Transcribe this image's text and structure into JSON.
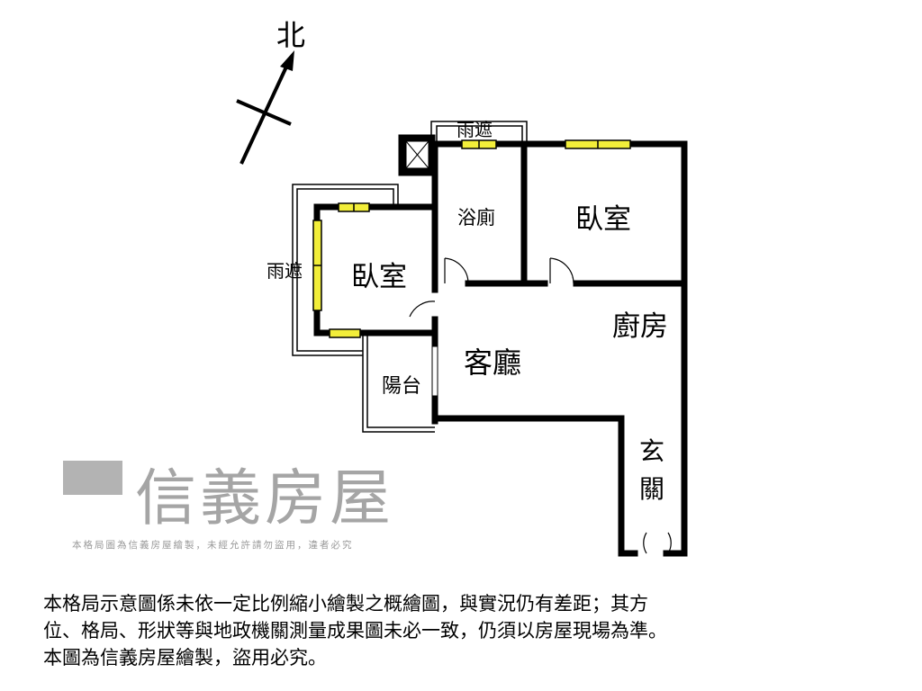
{
  "compass": {
    "north_label": "北"
  },
  "rooms": {
    "canopy_top": "雨遮",
    "canopy_left": "雨遮",
    "bathroom": "浴廁",
    "bedroom_right": "臥室",
    "bedroom_left": "臥室",
    "kitchen": "廚房",
    "living_room": "客廳",
    "balcony": "陽台",
    "entrance_line1": "玄",
    "entrance_line2": "關"
  },
  "watermark": {
    "brand": "信義房屋",
    "notice": "本格局圖為信義房屋繪製，未經允許請勿盜用，違者必究"
  },
  "disclaimer": {
    "line1": "本格局示意圖係未依一定比例縮小繪製之概繪圖，與實況仍有差距；其方",
    "line2": "位、格局、形狀等與地政機關測量成果圖未必一致，仍須以房屋現場為準。",
    "line3": "本圖為信義房屋繪製，盜用必究。"
  },
  "colors": {
    "wall": "#000000",
    "window": "#f2ee3a",
    "watermark": "#888888"
  }
}
